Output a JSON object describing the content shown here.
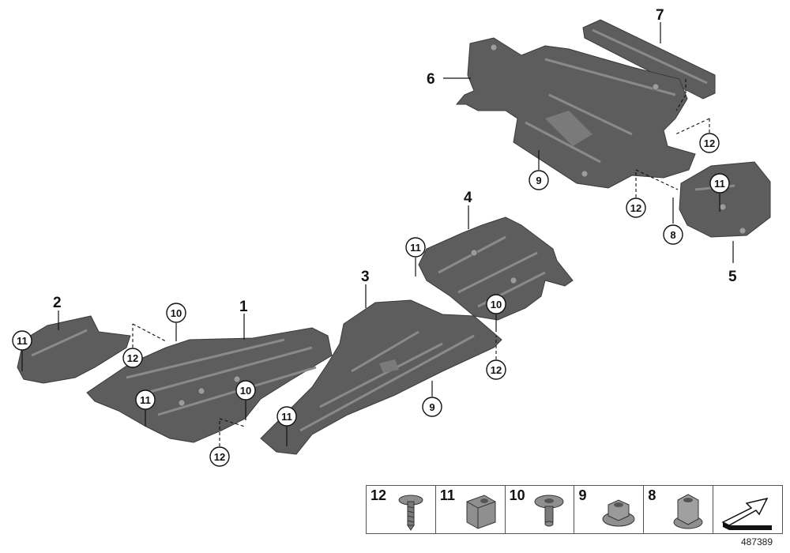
{
  "part_numbers": {
    "p1": "1",
    "p2": "2",
    "p3": "3",
    "p4": "4",
    "p5": "5",
    "p6": "6",
    "p7": "7"
  },
  "callouts": {
    "c8": "8",
    "c9_top": "9",
    "c9_bottom": "9",
    "c10_a": "10",
    "c10_b": "10",
    "c10_c": "10",
    "c11_a": "11",
    "c11_b": "11",
    "c11_c": "11",
    "c11_d": "11",
    "c11_e": "11",
    "c12_a": "12",
    "c12_b": "12",
    "c12_c": "12",
    "c12_d": "12",
    "c12_e": "12"
  },
  "legend": {
    "items": [
      {
        "number": "12",
        "icon": "screw-icon"
      },
      {
        "number": "11",
        "icon": "clip-nut-icon"
      },
      {
        "number": "10",
        "icon": "expanding-rivet-icon"
      },
      {
        "number": "9",
        "icon": "flange-nut-icon"
      },
      {
        "number": "8",
        "icon": "hex-collar-nut-icon"
      }
    ],
    "last_icon": "direction-arrow-icon"
  },
  "drawing_number": "487389",
  "colors": {
    "panel": "#5d5d5d",
    "rib": "#8a8a8a",
    "line": "#111111"
  }
}
